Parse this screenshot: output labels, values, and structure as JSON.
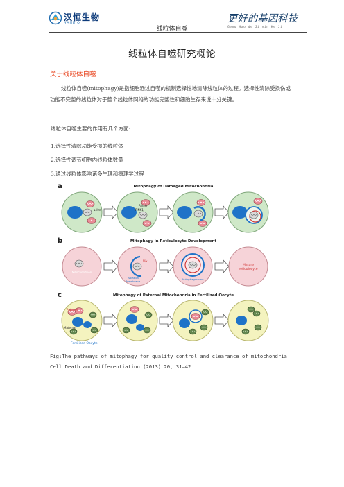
{
  "header": {
    "left_logo_name": "汉恒生物",
    "left_logo_sub": "HANBIO",
    "center_text": "线粒体自噬",
    "right_logo_name": "更好的基因科技",
    "right_logo_sub": "Geng  Hao  de  Ji  yin  Ke  Ji"
  },
  "doc": {
    "title": "线粒体自噬研究概论",
    "section_heading": "关于线粒体自噬",
    "paragraph": "线粒体自噬(mitophagy)是指细胞通过自噬的机制选择性地清除线粒体的过程。选择性清除受损伤或功能不完整的线粒体对于整个线粒体网络的功能完整性和细胞生存来说十分关键。",
    "intro": "线粒体自噬主要的作用有几个方面:",
    "items": [
      "1.选择性清除功能受损的线粒体",
      "2.选择性调节细胞内线粒体数量",
      "3.通过线粒体影响诸多生理和病理学过程"
    ],
    "caption": "Fig:The pathways of mitophagy for quality control and clearance of mitochondria Cell Death and Differentiation (2013) 20, 31–42"
  },
  "figure": {
    "panel_a_letter": "a",
    "panel_a_title": "Mitophagy of Damaged Mitochondria",
    "panel_b_letter": "b",
    "panel_b_title": "Mitophagy in Reticulocyte Development",
    "panel_c_letter": "c",
    "panel_c_title": "Mitophagy of Paternal Mitochondria in Fertilized Oocyte",
    "label_psi": "↓Ψm",
    "label_parkin": "Parkin",
    "label_pink1": "PINK1",
    "label_mitochondrion": "Mitochondrion",
    "label_nix": "Nix",
    "label_isolation": "Isolation",
    "label_membrane": "Membrane",
    "label_autophagosome": "Autophagosome",
    "label_mature": "Mature",
    "label_reticulocyte": "reticulocyte",
    "label_paternal": "Paternal",
    "label_maternal": "Maternal",
    "label_fertilized": "Fertilized Oocyte",
    "colors": {
      "cell_green": "#cfe8c8",
      "cell_pink": "#f6d3d8",
      "cell_yellow": "#f4f3bf",
      "nucleus_blue": "#1f73c8",
      "arrow_white": "#ffffff",
      "mito_pink": "#e98a95",
      "mito_green": "#63874f"
    }
  }
}
